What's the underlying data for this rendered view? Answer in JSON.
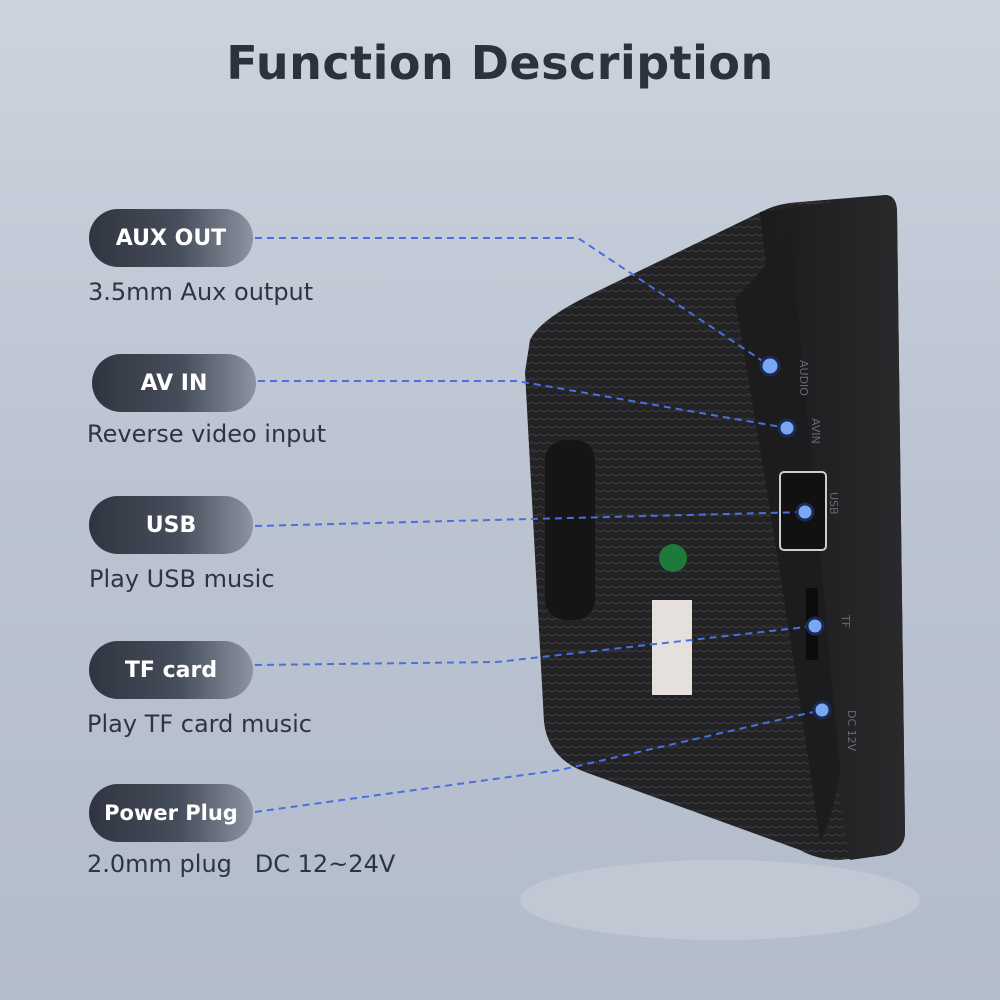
{
  "title": "Function Description",
  "callouts": [
    {
      "label": "AUX OUT",
      "description": "3.5mm Aux output"
    },
    {
      "label": "AV IN",
      "description": "Reverse video input"
    },
    {
      "label": "USB",
      "description": "Play USB music"
    },
    {
      "label": "TF card",
      "description": "Play TF card music"
    },
    {
      "label": "Power Plug",
      "description": "2.0mm plug   DC 12~24V"
    }
  ],
  "port_labels": [
    "AUDIO",
    "AVIN",
    "USB",
    "TF",
    "DC 12V"
  ],
  "colors": {
    "line": "#4a6fe0",
    "dot": "#7aa7f2",
    "pill": "#3a404c",
    "device": "#1f1f21"
  }
}
